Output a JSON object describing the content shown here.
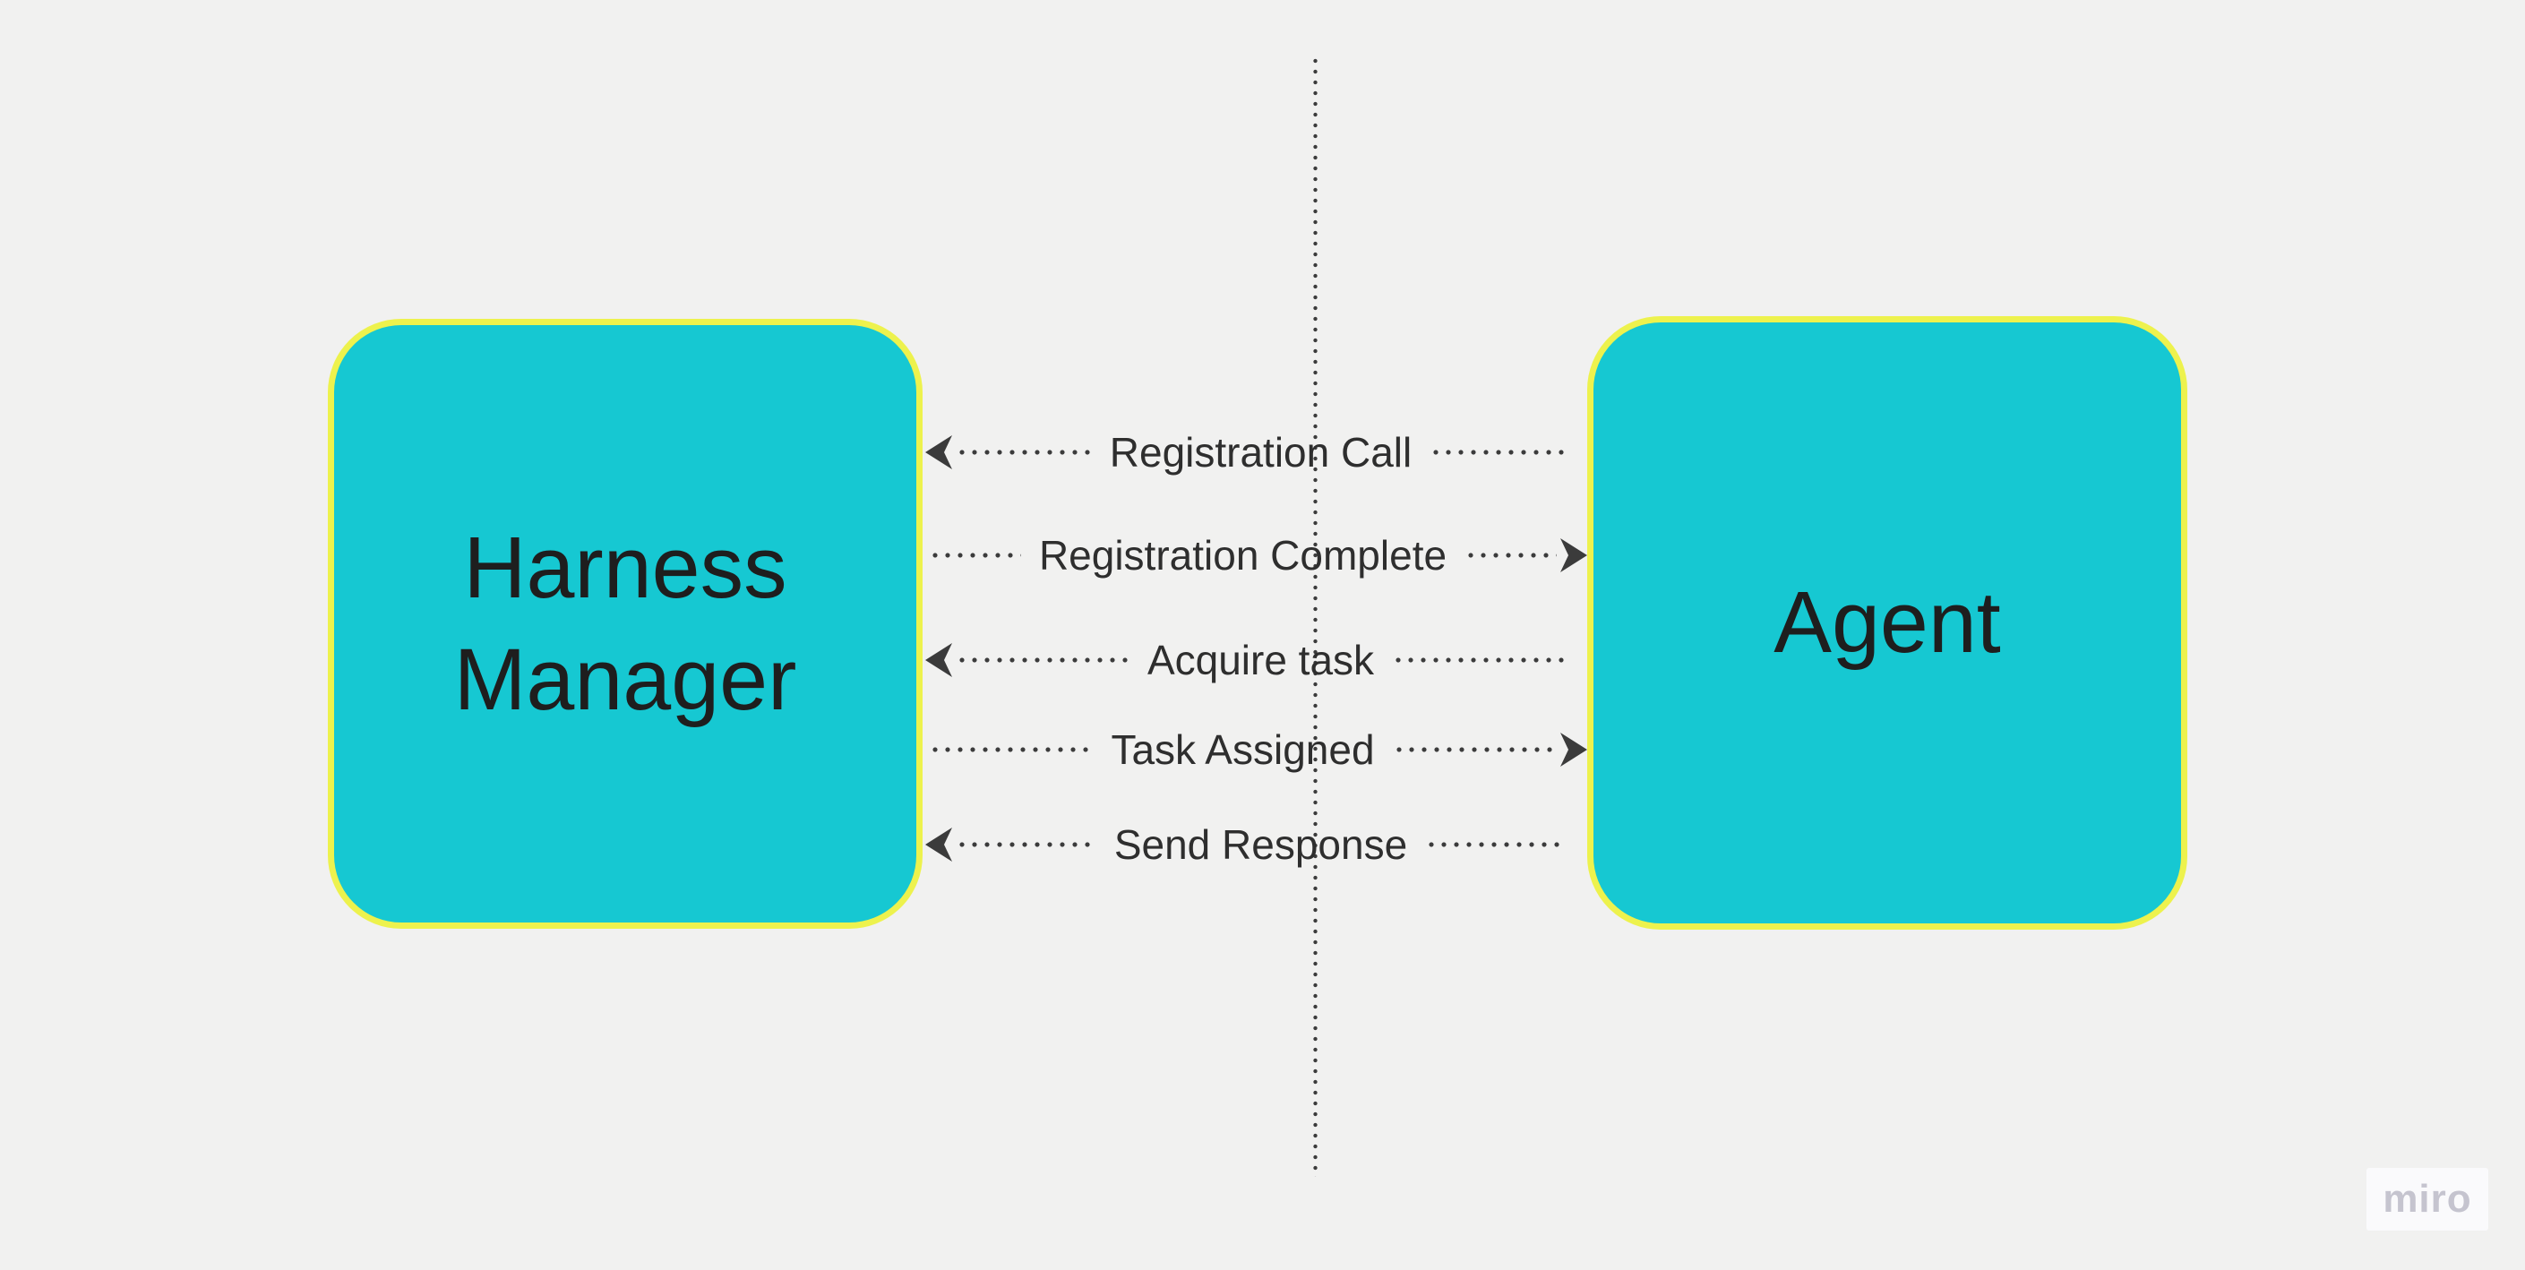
{
  "canvas": {
    "background_color": "#F1F1F0"
  },
  "diagram": {
    "type": "sequence-flow",
    "box_fill_color": "#16C8D2",
    "box_border_color": "#EDF24D",
    "line_color": "#3B3B3B",
    "actors": [
      {
        "id": "harness-manager",
        "label": "Harness Manager"
      },
      {
        "id": "agent",
        "label": "Agent"
      }
    ],
    "messages": [
      {
        "label": "Registration Call",
        "from": "agent",
        "to": "harness-manager",
        "direction": "left"
      },
      {
        "label": "Registration Complete",
        "from": "harness-manager",
        "to": "agent",
        "direction": "right"
      },
      {
        "label": "Acquire task",
        "from": "agent",
        "to": "harness-manager",
        "direction": "left"
      },
      {
        "label": "Task Assigned",
        "from": "harness-manager",
        "to": "agent",
        "direction": "right"
      },
      {
        "label": "Send Response",
        "from": "agent",
        "to": "harness-manager",
        "direction": "left"
      }
    ]
  },
  "watermark": {
    "label": "miro",
    "color": "#C5C4CF"
  }
}
